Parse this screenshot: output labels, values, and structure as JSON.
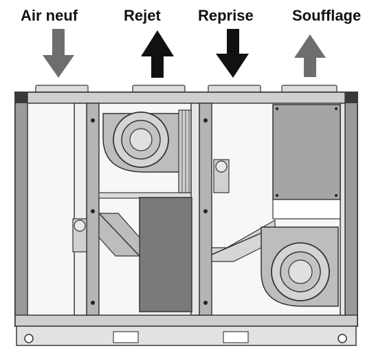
{
  "labels": {
    "air_neuf": "Air neuf",
    "rejet": "Rejet",
    "reprise": "Reprise",
    "soufflage": "Soufflage"
  },
  "flows": [
    {
      "name": "air-neuf",
      "direction": "down",
      "color": "#6e6e6e"
    },
    {
      "name": "rejet",
      "direction": "up",
      "color": "#111111"
    },
    {
      "name": "reprise",
      "direction": "down",
      "color": "#111111"
    },
    {
      "name": "soufflage",
      "direction": "up",
      "color": "#6e6e6e"
    }
  ],
  "colors": {
    "frame": "#8c8c8c",
    "frame_dark": "#3a3a3a",
    "panel": "#f7f7f7",
    "filter": "#7a7a7a",
    "box": "#a5a5a5",
    "fan": "#bdbdbd"
  }
}
